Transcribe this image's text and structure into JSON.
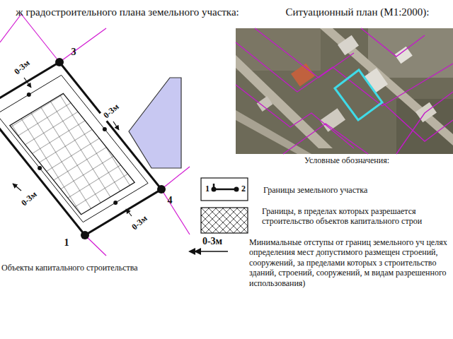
{
  "diagram": {
    "labels": [
      "ж градостроительного плана земельного участка:",
      "Ситуационный план (М1:2000):",
      "3",
      "0-3м",
      "0-3м",
      "0-3м",
      "4",
      "0-3м",
      "1",
      "Объекты капитального строительства",
      "Условные обозначения:",
      "1",
      "2",
      "0-3м"
    ],
    "legend": [
      {
        "text": "Границы земельного участка"
      },
      {
        "text": "Границы, в пределах которых разрешается строительство объектов капитального строи"
      },
      {
        "text": "Минимальные отступы от границ земельного уч целях определения мест допустимого размещен строений, сооружений, за пределами которых з строительство зданий, строений, сооружений, м видам разрешенного использования)"
      }
    ]
  }
}
